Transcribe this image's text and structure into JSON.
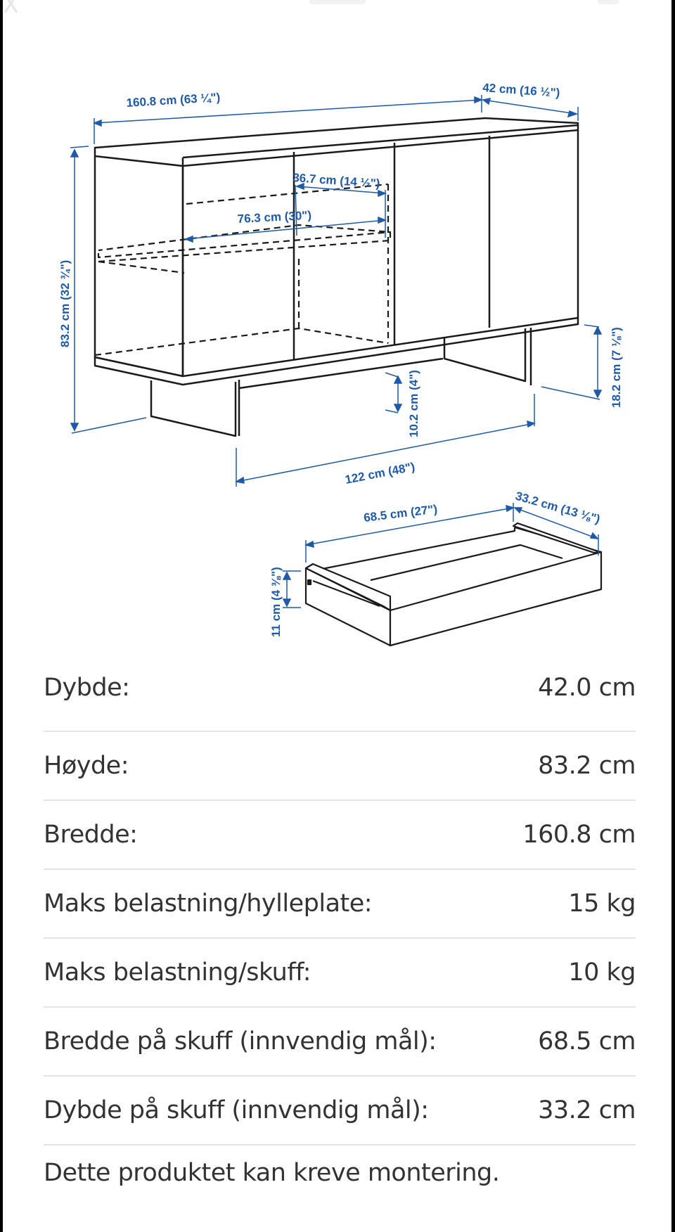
{
  "header": {
    "close_icon": "close-x-icon"
  },
  "diagram": {
    "sideboard": {
      "width_label": "160.8 cm (63 ¼\")",
      "depth_label": "42 cm (16 ½\")",
      "height_label": "83.2 cm (32 ¾\")",
      "shelf_depth_label": "36.7 cm (14 ½\")",
      "shelf_width_label": "76.3 cm (30\")",
      "leg_height_label": "18.2 cm (7 ⅛\")",
      "clearance_label": "10.2 cm (4\")",
      "leg_span_label": "122 cm (48\")"
    },
    "drawer": {
      "width_label": "68.5 cm (27\")",
      "depth_label": "33.2 cm (13 ⅛\")",
      "height_label": "11 cm (4 ⅜\")"
    },
    "line_color": "#1a1a1a",
    "dimension_color": "#1e5aa8"
  },
  "specs": [
    {
      "label": "Dybde:",
      "value": "42.0 cm"
    },
    {
      "label": "Høyde:",
      "value": "83.2 cm"
    },
    {
      "label": "Bredde:",
      "value": "160.8 cm"
    },
    {
      "label": "Maks belastning/hylleplate:",
      "value": "15 kg"
    },
    {
      "label": "Maks belastning/skuff:",
      "value": "10 kg"
    },
    {
      "label": "Bredde på skuff (innvendig mål):",
      "value": "68.5 cm"
    },
    {
      "label": "Dybde på skuff (innvendig mål):",
      "value": "33.2 cm"
    }
  ],
  "note": "Dette produktet kan kreve montering."
}
